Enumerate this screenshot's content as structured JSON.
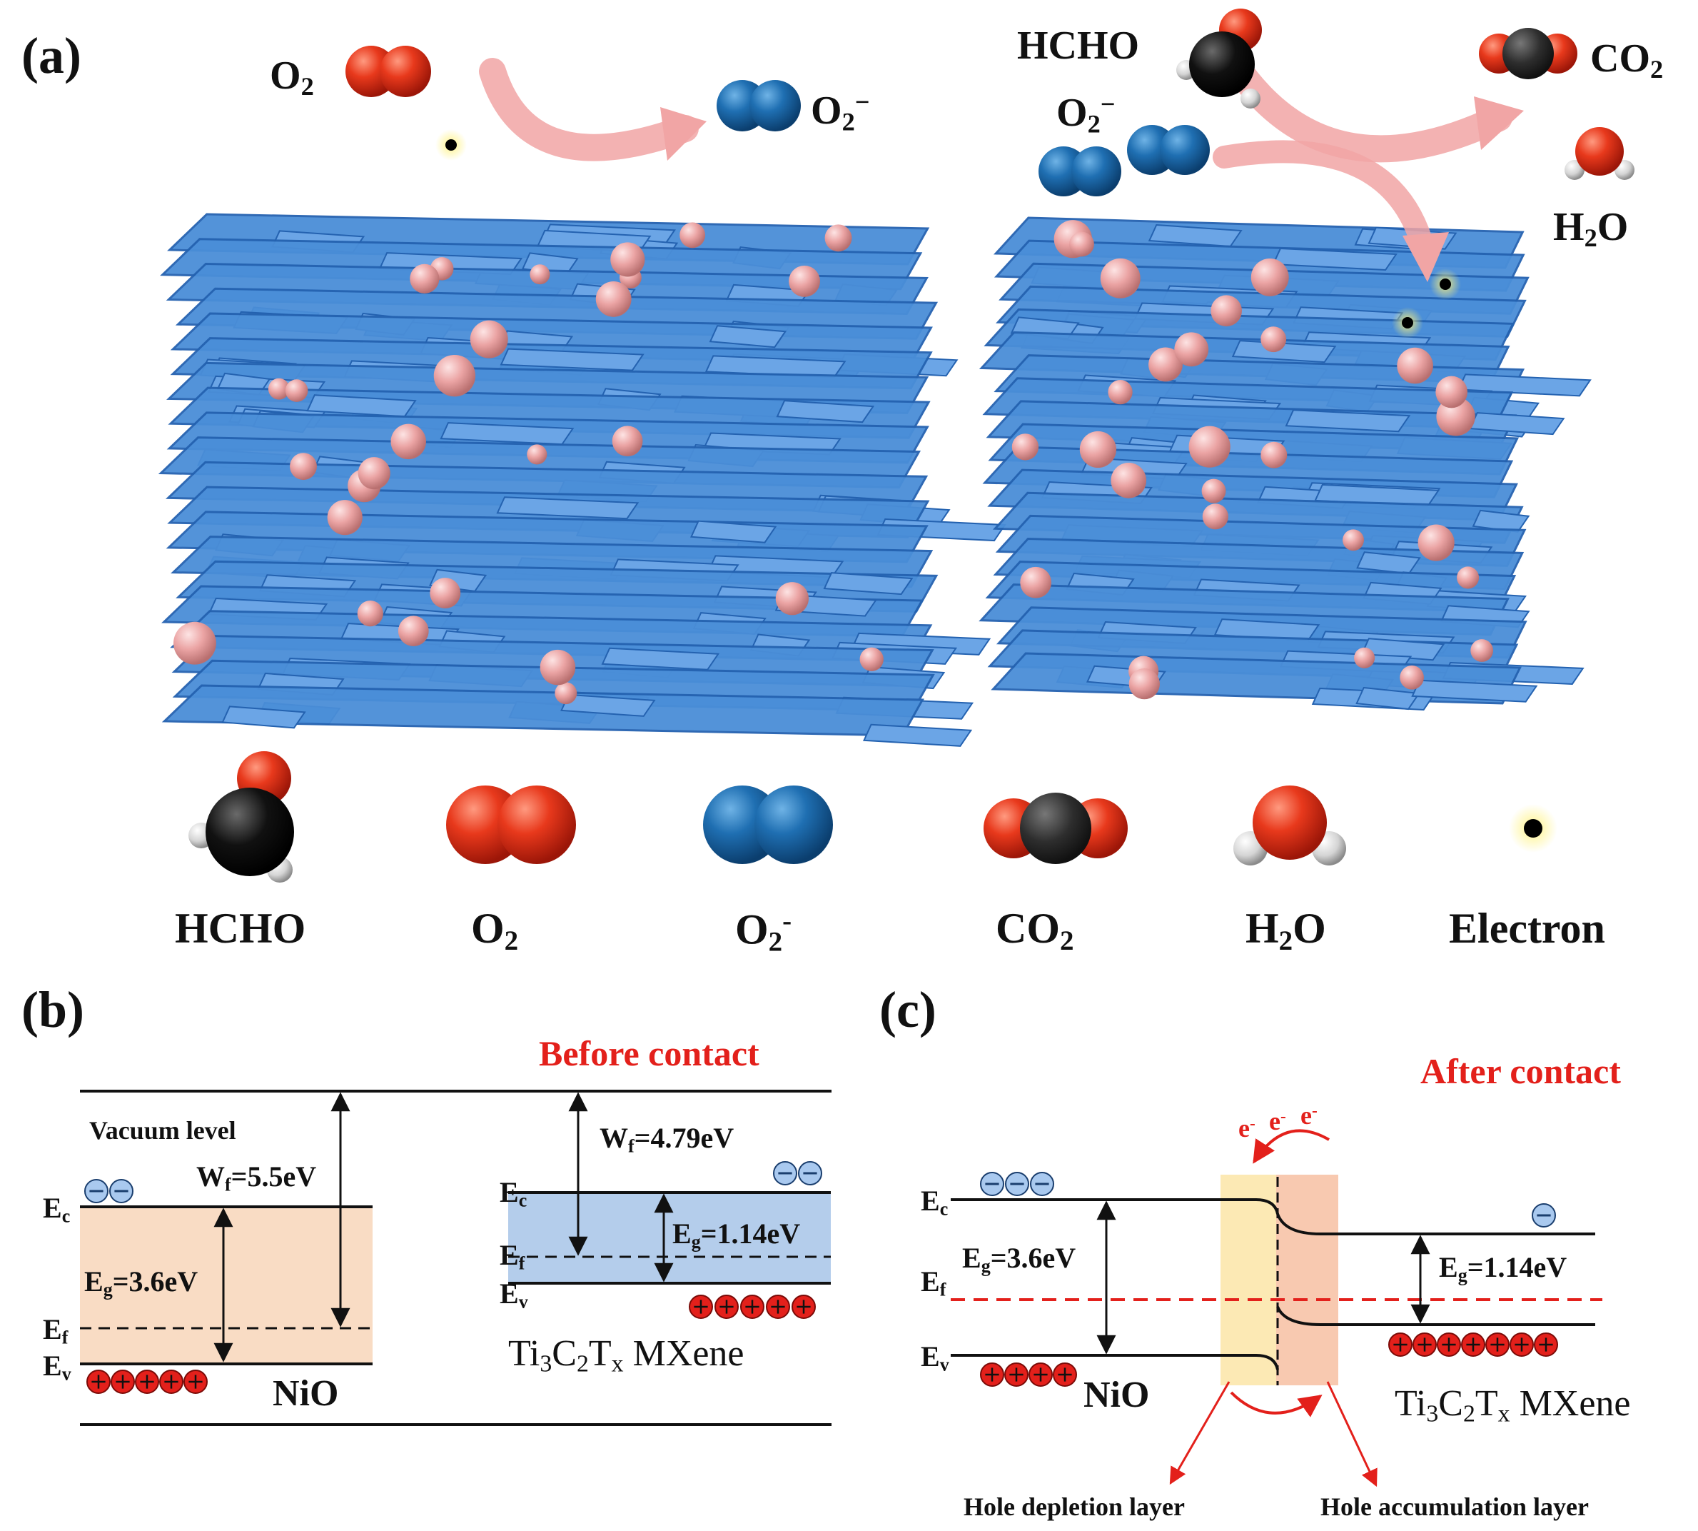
{
  "panels": {
    "a": "(a)",
    "b": "(b)",
    "c": "(c)"
  },
  "top": {
    "o2": "O",
    "o2_sub": "2",
    "o2m": "O",
    "o2m_sub": "2",
    "o2m_sup": "−",
    "hcho": "HCHO",
    "o2m2": "O",
    "o2m2_sub": "2",
    "o2m2_sup": "−",
    "co2": "CO",
    "co2_sub": "2",
    "h2o": "H",
    "h2o_sub": "2",
    "h2o_tail": "O"
  },
  "legend": [
    {
      "name": "HCHO",
      "sub": "",
      "sup": "",
      "tail": ""
    },
    {
      "name": "O",
      "sub": "2",
      "sup": "",
      "tail": ""
    },
    {
      "name": "O",
      "sub": "2",
      "sup": "-",
      "tail": ""
    },
    {
      "name": "CO",
      "sub": "2",
      "sup": "",
      "tail": ""
    },
    {
      "name": "H",
      "sub": "2",
      "sup": "",
      "tail": "O"
    },
    {
      "name": "Electron",
      "sub": "",
      "sup": "",
      "tail": ""
    }
  ],
  "before": {
    "title": "Before contact",
    "vacuum": "Vacuum level",
    "ec": "E",
    "ec_sub": "c",
    "ef": "E",
    "ef_sub": "f",
    "ev": "E",
    "ev_sub": "v",
    "wf_nio": "W",
    "wf_nio_sub": "f",
    "wf_nio_val": "=5.5eV",
    "eg_nio": "E",
    "eg_nio_sub": "g",
    "eg_nio_val": "=3.6eV",
    "nio": "NiO",
    "wf_mx": "W",
    "wf_mx_sub": "f",
    "wf_mx_val": "=4.79eV",
    "eg_mx": "E",
    "eg_mx_sub": "g",
    "eg_mx_val": "=1.14eV",
    "mx_ec": "E",
    "mx_ec_sub": "c",
    "mx_ef": "E",
    "mx_ef_sub": "f",
    "mx_ev": "E",
    "mx_ev_sub": "v",
    "mxene": {
      "a": "Ti",
      "a_sub": "3",
      "b": "C",
      "b_sub": "2",
      "c": "T",
      "c_sub": "x",
      "d": " MXene"
    }
  },
  "after": {
    "title": "After contact",
    "ec": "E",
    "ec_sub": "c",
    "ef": "E",
    "ef_sub": "f",
    "ev": "E",
    "ev_sub": "v",
    "eg_nio": "E",
    "eg_nio_sub": "g",
    "eg_nio_val": "=3.6eV",
    "eg_mx": "E",
    "eg_mx_sub": "g",
    "eg_mx_val": "=1.14eV",
    "nio": "NiO",
    "mxene": {
      "a": "Ti",
      "a_sub": "3",
      "b": "C",
      "b_sub": "2",
      "c": "T",
      "c_sub": "x",
      "d": " MXene"
    },
    "electrons": [
      "e",
      "e",
      "e"
    ],
    "electron_sup": "-",
    "depletion": "Hole depletion layer",
    "accumulation": "Hole accumulation layer"
  },
  "colors": {
    "sheet": "#4a8ed8",
    "sheet_edge": "#2462b0",
    "particle": "#f2b0b0",
    "red_mol": "#e33a1f",
    "blue_mol": "#1f6fb2",
    "nio_band": "#f9dcc4",
    "mx_band": "#b4cdeb",
    "depletion": "#fce9b4",
    "accumulation": "#f8c9b0",
    "accent": "#e3201b"
  }
}
